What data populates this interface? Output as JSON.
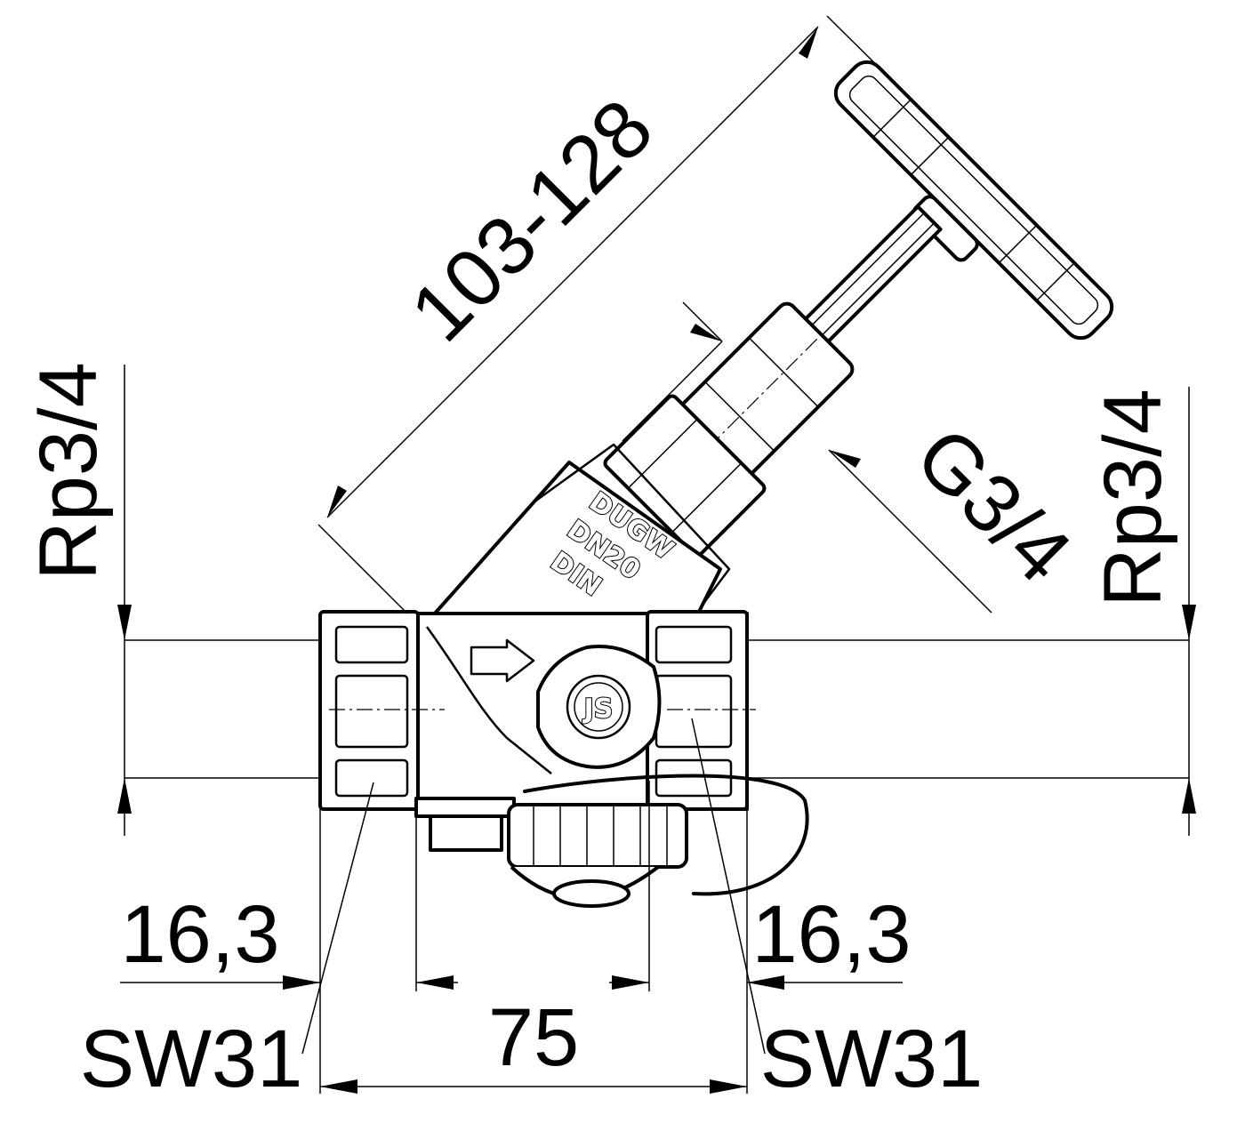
{
  "labels": {
    "length_adjust": "103-128",
    "thread_top": "G3/4",
    "thread_left": "Rp3/4",
    "thread_right": "Rp3/4",
    "offset_left": "16,3",
    "offset_right": "16,3",
    "overall_length": "75",
    "wrench_left": "SW31",
    "wrench_right": "SW31"
  },
  "body_markings": {
    "maker": "DUGW",
    "nominal_size": "DN20",
    "standard": "DIN",
    "logo": "JS"
  }
}
